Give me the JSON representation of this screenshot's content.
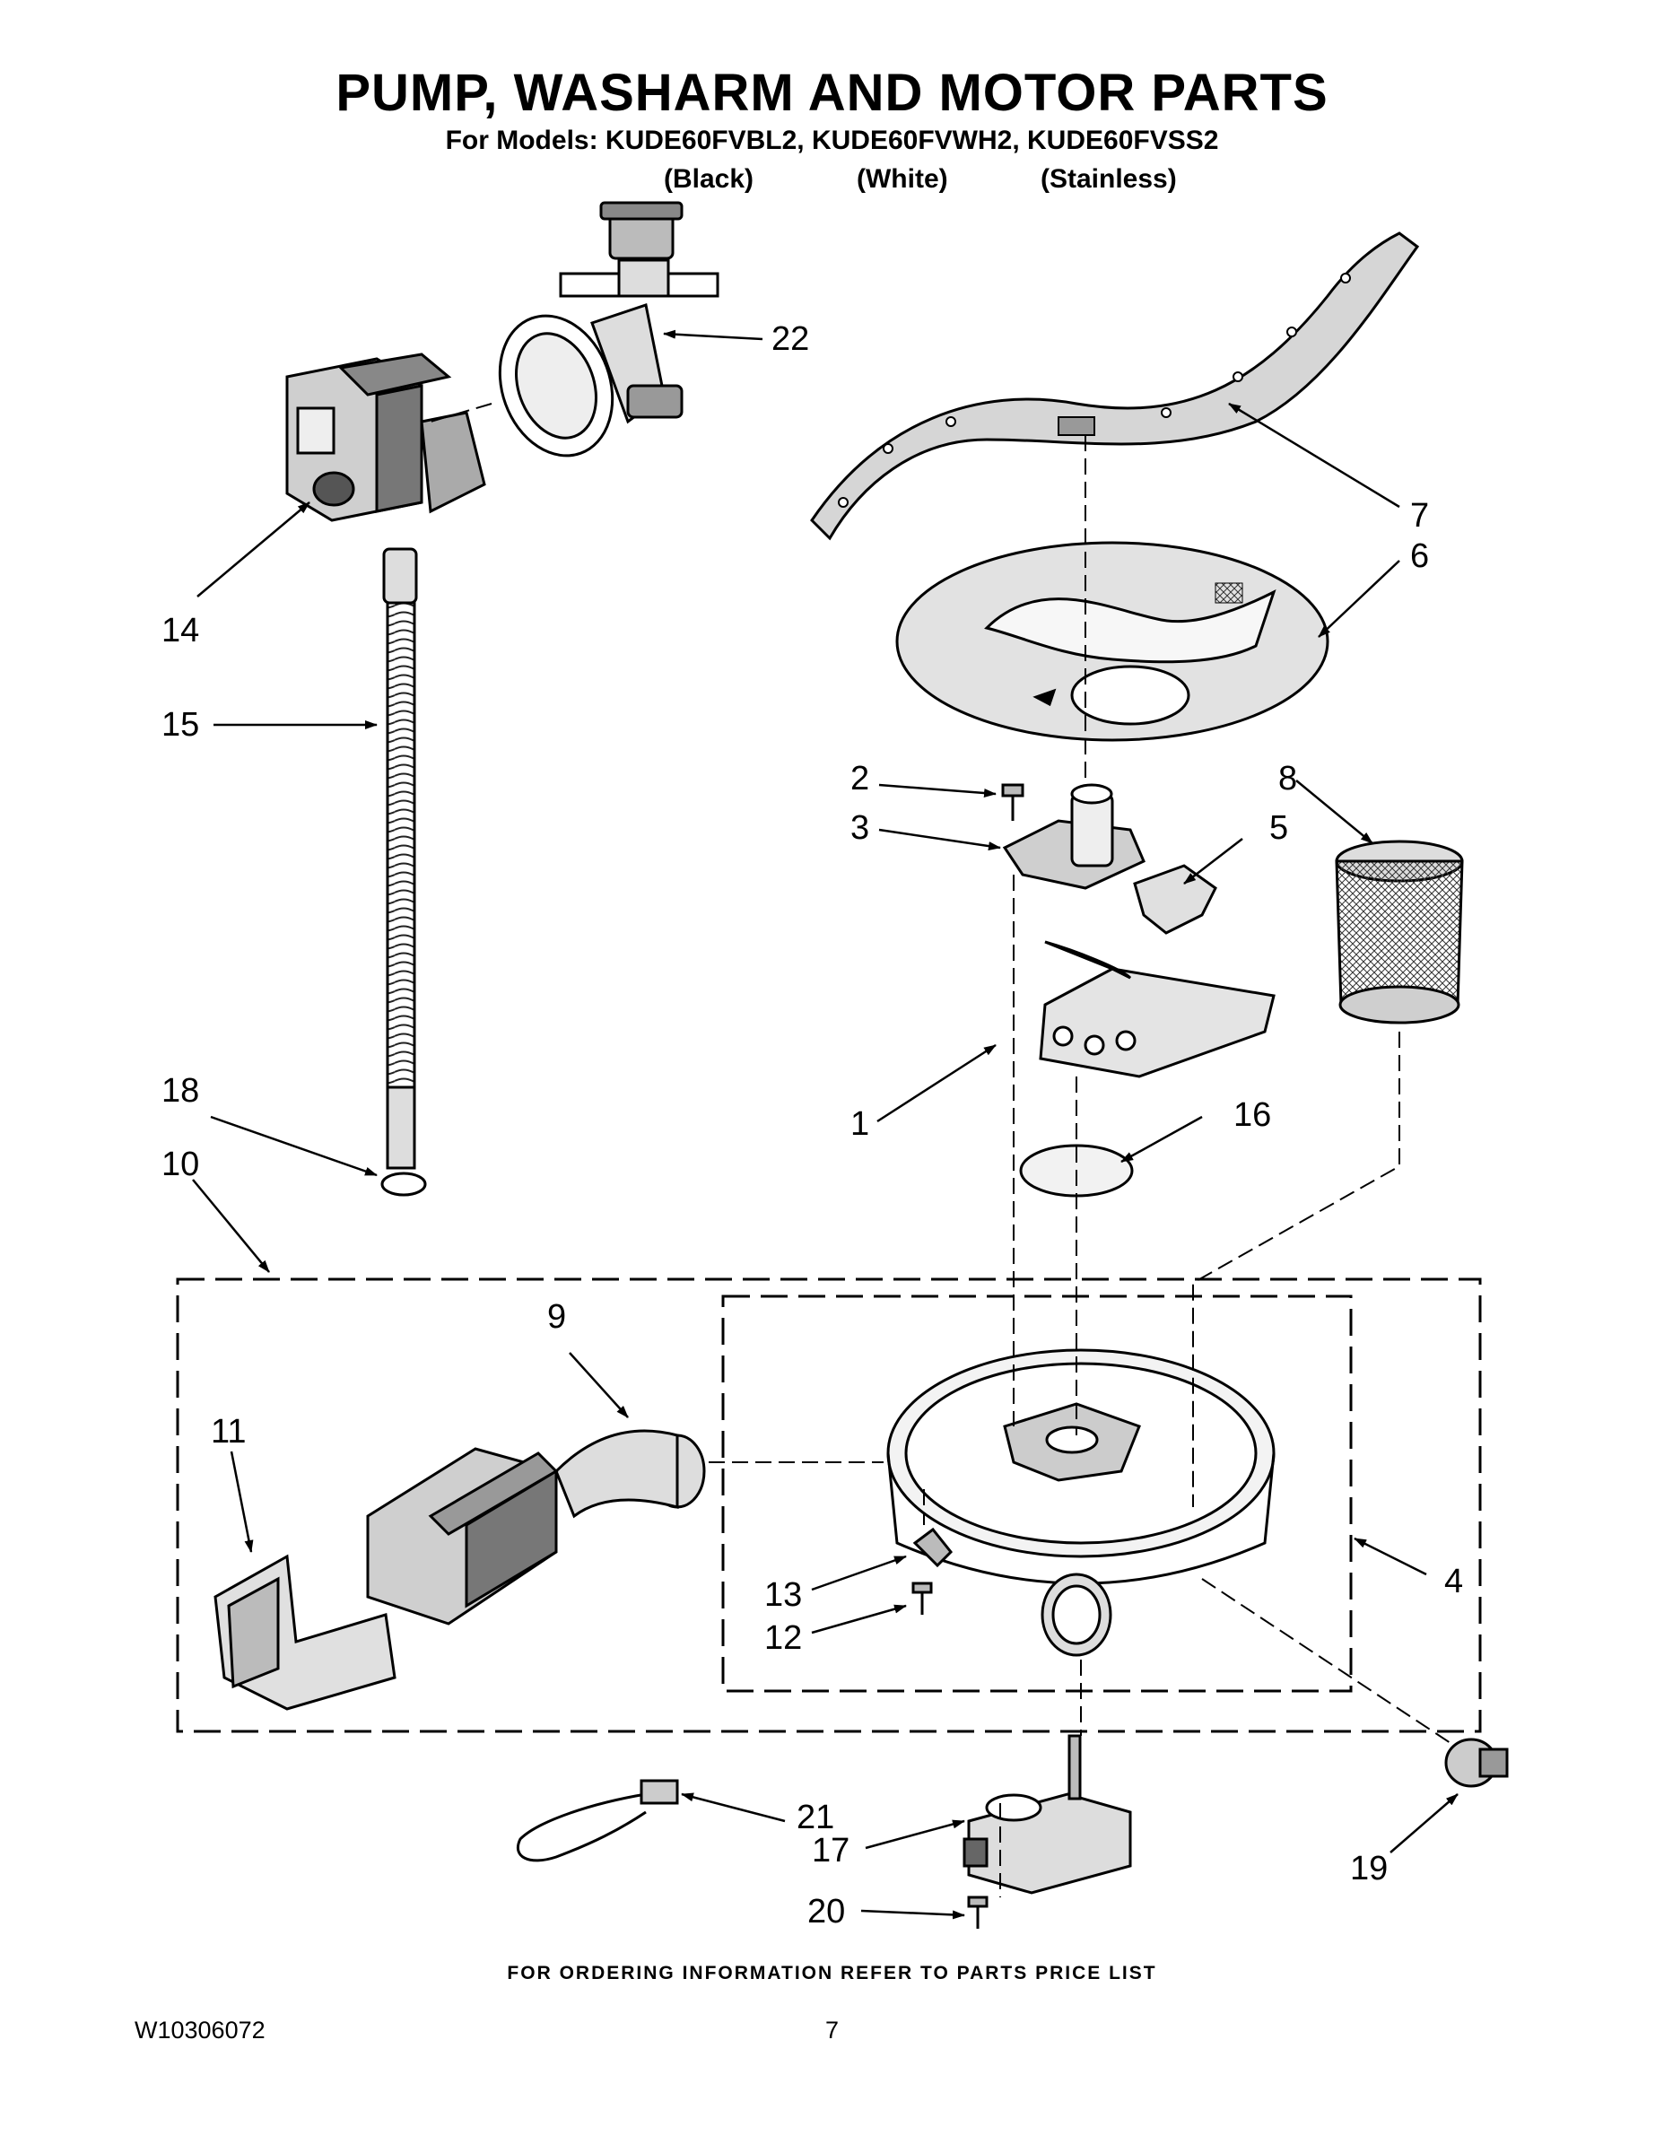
{
  "header": {
    "title": "PUMP, WASHARM AND MOTOR PARTS",
    "models_line": "For Models: KUDE60FVBL2, KUDE60FVWH2, KUDE60FVSS2",
    "colors": [
      "(Black)",
      "(White)",
      "(Stainless)"
    ]
  },
  "callouts": [
    "1",
    "2",
    "3",
    "4",
    "5",
    "6",
    "7",
    "8",
    "9",
    "10",
    "11",
    "12",
    "13",
    "14",
    "15",
    "16",
    "17",
    "18",
    "19",
    "20",
    "21",
    "22"
  ],
  "footer": {
    "note": "FOR ORDERING INFORMATION REFER TO PARTS PRICE LIST",
    "doc_number": "W10306072",
    "page_number": "7"
  }
}
